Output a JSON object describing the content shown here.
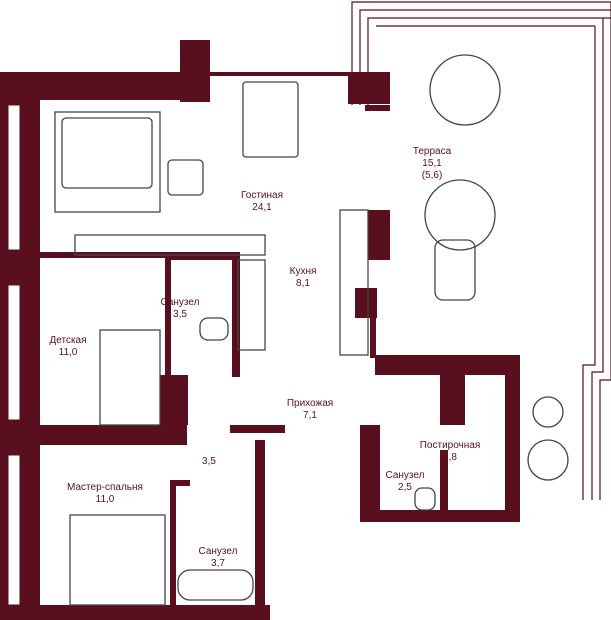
{
  "colors": {
    "wall": "#5a0f1e",
    "furniture": "#444444"
  },
  "rooms": [
    {
      "name": "Терраса",
      "area": "15,1",
      "extra": "(5,6)"
    },
    {
      "name": "Гостиная",
      "area": "24,1"
    },
    {
      "name": "Кухня",
      "area": "8,1"
    },
    {
      "name": "Санузел",
      "area": "3,5"
    },
    {
      "name": "Детская",
      "area": "11,0"
    },
    {
      "name": "Прихожая",
      "area": "7,1"
    },
    {
      "name": "Постирочная",
      "area": "1,8"
    },
    {
      "name": "Санузел",
      "area": "2,5"
    },
    {
      "name": "",
      "area": "3,5"
    },
    {
      "name": "Мастер-спальня",
      "area": "11,0"
    },
    {
      "name": "Санузел",
      "area": "3,7"
    }
  ]
}
